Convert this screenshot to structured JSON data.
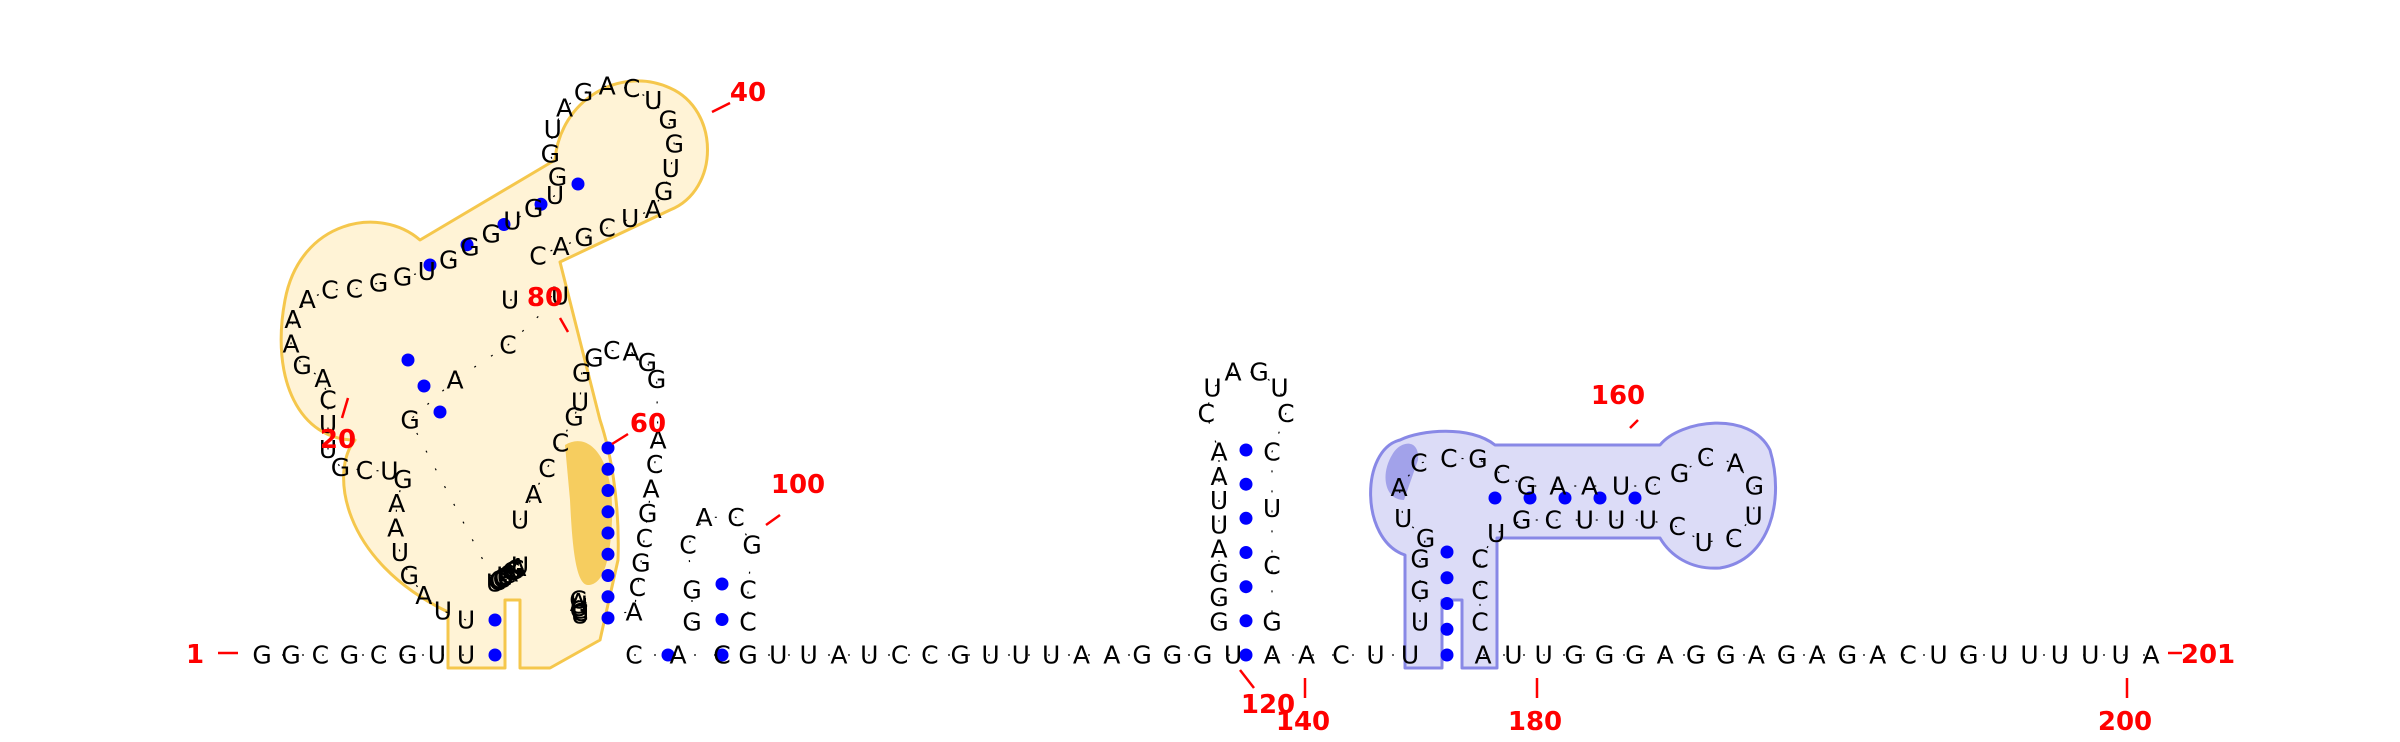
{
  "diagram": {
    "colors": {
      "nucleotide": "#000000",
      "backbone": "#000000",
      "base_pair": "#0000ff",
      "number": "#ff0000",
      "highlight_orange_fill": "#fff3d6",
      "highlight_orange_stroke": "#f5c74c",
      "highlight_orange_strong": "#f5c64a",
      "highlight_blue_fill": "#dcdcf7",
      "highlight_blue_stroke": "#8888e6",
      "highlight_blue_strong": "#9898e8"
    },
    "segments": [
      {
        "id": "s1",
        "bases": "GGCGCGUU"
      },
      {
        "id": "s2",
        "bases": "UUAGUAAGUCGUUCAGAAACCGGUGGGUGUGGUAGACUGGUGAUCGAC"
      },
      {
        "id": "s3",
        "bases": "UUCAGUCGCGUCAGGGAU"
      },
      {
        "id": "s4",
        "bases": "UACCGUGGCAGGACAGCGCAUCGUUAC"
      },
      {
        "id": "s5",
        "bases": "CAC"
      },
      {
        "id": "s6",
        "bases": "GGCACGCC"
      },
      {
        "id": "s7",
        "bases": "GUUAUCCGUUUAAGGGU"
      },
      {
        "id": "s8",
        "bases": "GGGAUUAACUAGUCCUCG"
      },
      {
        "id": "s9",
        "bases": "AACUU"
      },
      {
        "id": "s10",
        "bases": "UGGGUACCGCGAAUCGCAGUCUCUUUCGUCCC"
      },
      {
        "id": "s11",
        "bases": "AUUGGGAGGAGAGACUGUUUUUA"
      }
    ],
    "numbers": [
      {
        "label": "1"
      },
      {
        "label": "20"
      },
      {
        "label": "40"
      },
      {
        "label": "60"
      },
      {
        "label": "80"
      },
      {
        "label": "100"
      },
      {
        "label": "120"
      },
      {
        "label": "140"
      },
      {
        "label": "160"
      },
      {
        "label": "180"
      },
      {
        "label": "200"
      },
      {
        "label": "201"
      }
    ]
  }
}
